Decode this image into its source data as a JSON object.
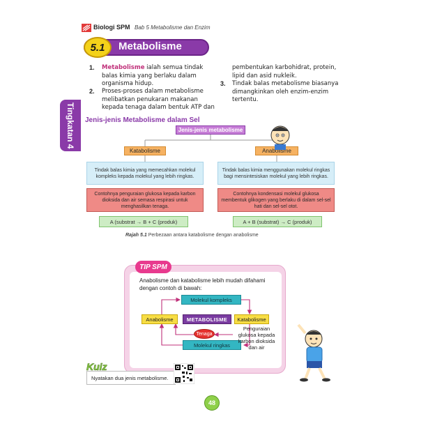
{
  "header": {
    "brand": "Biologi SPM",
    "chapter": "Bab 5 Metabolisme dan Enzim"
  },
  "section": {
    "number": "5.1",
    "title": "Metabolisme"
  },
  "side_tab": "Tingkatan 4",
  "points": {
    "p1_num": "1.",
    "p1_keyword": "Metabolisme",
    "p1_text": " ialah semua tindak balas kimia yang berlaku dalam organisma hidup.",
    "p2_num": "2.",
    "p2_text": "Proses-proses dalam metabolisme melibatkan penukaran makanan kepada tenaga dalam bentuk ATP dan",
    "p2_cont": "pembentukan karbohidrat, protein, lipid dan asid nukleik.",
    "p3_num": "3.",
    "p3_text": "Tindak balas metabolisme biasanya dimangkinkan oleh enzim-enzim tertentu."
  },
  "subheading": "Jenis-jenis Metabolisme dalam Sel",
  "diagram": {
    "root": "Jenis-jenis metabolisme",
    "left": {
      "title": "Katabolisme",
      "definition": "Tindak balas kimia yang memecahkan molekul kompleks kepada molekul yang lebih ringkas.",
      "example": "Contohnya penguraian glukosa kepada karbon dioksida dan air semasa respirasi untuk menghasilkan tenaga.",
      "equation": "A (substrat → B + C (produk)"
    },
    "right": {
      "title": "Anabolisme",
      "definition": "Tindak balas kimia menggunakan molekul ringkas bagi mensintesiskan molekul yang lebih ringkas.",
      "example": "Contohnya kondensasi molekul glukosa membentuk glikogen yang berlaku di dalam sel-sel hati dan sel-sel otot.",
      "equation": "A + B (substrat) → C (produk)"
    }
  },
  "caption": {
    "label": "Rajah 5.1",
    "text": " Perbezaan antara katabolisme dengan anabolisme"
  },
  "tip": {
    "badge": "TIP SPM",
    "intro": "Anabolisme dan katabolisme lebih mudah difahami dengan contoh di bawah:",
    "complex": "Molekul kompleks",
    "anabolism": "Anabolisme",
    "metabolism": "METABOLISME",
    "catabolism": "Katabolisme",
    "energy": "Tenaga",
    "simple": "Molekul ringkas",
    "note": "Penguraian glukosa kepada karbon dioksida dan air"
  },
  "quiz": {
    "label": "Kuiz",
    "question": "Nyatakan dua jenis metabolisme."
  },
  "page_number": "48",
  "colors": {
    "accent_purple": "#8a3aa8",
    "keyword_pink": "#c0307a",
    "tip_pink": "#e83a8e"
  }
}
